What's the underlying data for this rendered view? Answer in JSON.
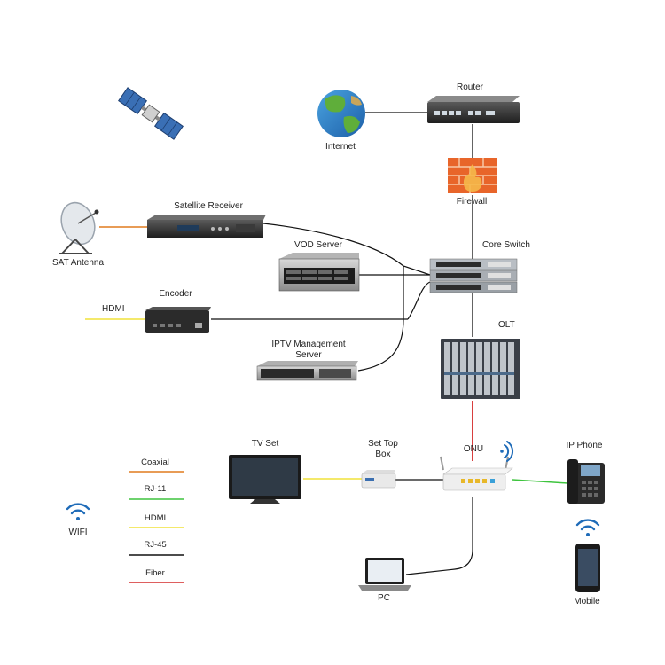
{
  "labels": {
    "router": "Router",
    "internet": "Internet",
    "firewall": "Firewall",
    "satellite_receiver": "Satellite Receiver",
    "sat_antenna": "SAT Antenna",
    "vod_server": "VOD Server",
    "core_switch": "Core Switch",
    "encoder": "Encoder",
    "hdmi_input": "HDMI",
    "olt": "OLT",
    "iptv_server_line1": "IPTV Management",
    "iptv_server_line2": "Server",
    "tv_set": "TV Set",
    "set_top_box_line1": "Set Top",
    "set_top_box_line2": "Box",
    "onu": "ONU",
    "ip_phone": "IP Phone",
    "wifi": "WIFI",
    "pc": "PC",
    "mobile": "Mobile"
  },
  "legend": [
    {
      "label": "Coaxial",
      "color": "#e07b1f"
    },
    {
      "label": "RJ-11",
      "color": "#3ec43e"
    },
    {
      "label": "HDMI",
      "color": "#f0e23a"
    },
    {
      "label": "RJ-45",
      "color": "#111111"
    },
    {
      "label": "Fiber",
      "color": "#d42a2a"
    }
  ],
  "colors": {
    "coaxial": "#e07b1f",
    "rj11": "#3ec43e",
    "hdmi": "#f0e23a",
    "rj45": "#111111",
    "fiber": "#d42a2a",
    "wifi": "#1e6bb8"
  }
}
